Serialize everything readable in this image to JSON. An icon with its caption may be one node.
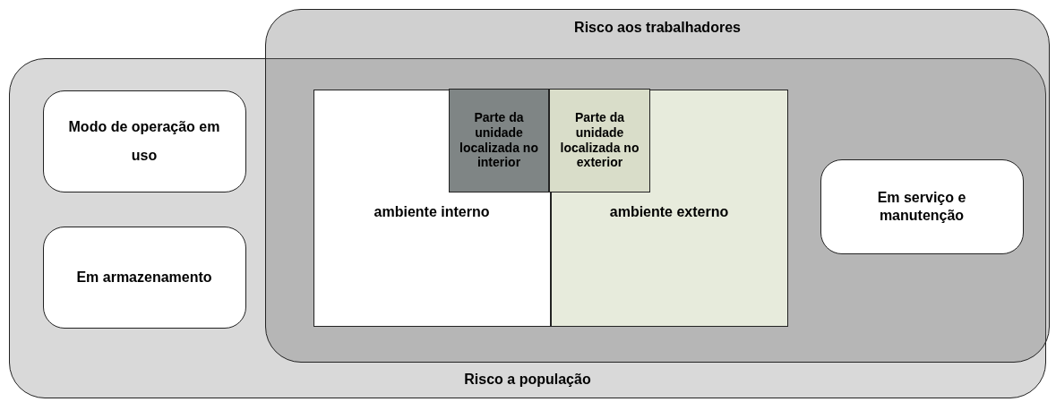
{
  "diagram": {
    "nodes": [
      {
        "text": [
          "Risco a população"
        ]
      },
      {
        "text": [
          "Risco aos trabalhadores"
        ]
      },
      {
        "text": [
          "Modo de operação em uso"
        ],
        "in": 0
      },
      {
        "text": [
          "Em armazenamento"
        ],
        "in": 0
      },
      {
        "text": [
          "ambiente interno"
        ],
        "in": 1
      },
      {
        "text": [
          "ambiente externo"
        ],
        "in": 1
      },
      {
        "text": [
          "Parte da unidade localizada no interior"
        ],
        "in": 4
      },
      {
        "text": [
          "Parte da unidade localizada no exterior"
        ],
        "in": 5
      },
      {
        "text": [
          "Em serviço e manutenção"
        ],
        "in": 1
      }
    ]
  }
}
